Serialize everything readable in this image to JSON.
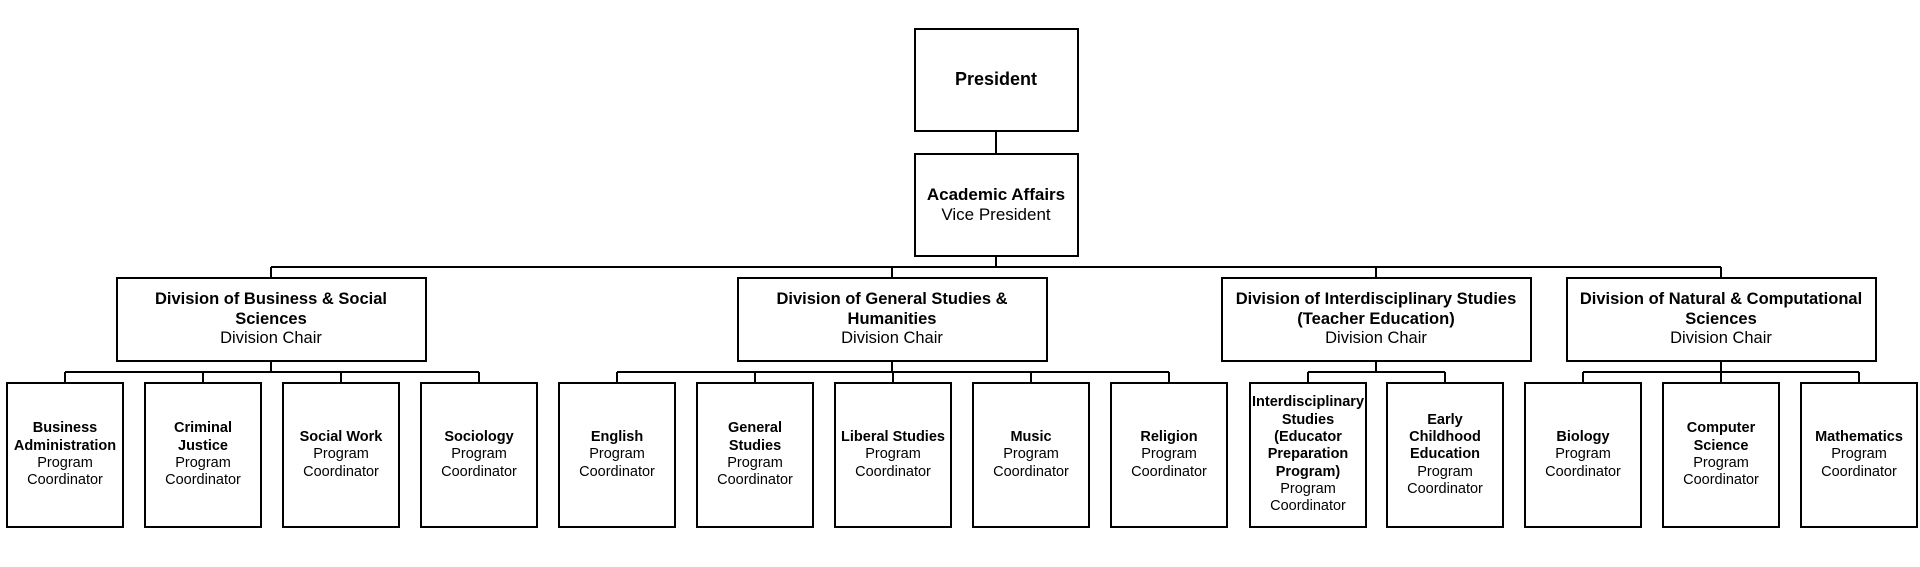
{
  "root": {
    "title": "President",
    "children": [
      {
        "title": "Academic Affairs",
        "subtitle": "Vice President",
        "children": [
          {
            "title": "Division of Business & Social Sciences",
            "subtitle": "Division Chair",
            "children": [
              {
                "title": "Business Administration",
                "subtitle": "Program Coordinator"
              },
              {
                "title": "Criminal Justice",
                "subtitle": "Program Coordinator"
              },
              {
                "title": "Social Work",
                "subtitle": "Program Coordinator"
              },
              {
                "title": "Sociology",
                "subtitle": "Program Coordinator"
              }
            ]
          },
          {
            "title": "Division of General Studies & Humanities",
            "subtitle": "Division Chair",
            "children": [
              {
                "title": "English",
                "subtitle": "Program Coordinator"
              },
              {
                "title": "General Studies",
                "subtitle": "Program Coordinator"
              },
              {
                "title": "Liberal Studies",
                "subtitle": "Program Coordinator"
              },
              {
                "title": "Music",
                "subtitle": "Program Coordinator"
              },
              {
                "title": "Religion",
                "subtitle": "Program Coordinator"
              }
            ]
          },
          {
            "title": "Division of Interdisciplinary Studies (Teacher Education)",
            "subtitle": "Division Chair",
            "children": [
              {
                "title": "Interdisciplinary Studies (Educator Preparation Program)",
                "subtitle": "Program Coordinator"
              },
              {
                "title": "Early Childhood Education",
                "subtitle": "Program Coordinator"
              }
            ]
          },
          {
            "title": "Division of Natural & Computational Sciences",
            "subtitle": "Division Chair",
            "children": [
              {
                "title": "Biology",
                "subtitle": "Program Coordinator"
              },
              {
                "title": "Computer Science",
                "subtitle": "Program Coordinator"
              },
              {
                "title": "Mathematics",
                "subtitle": "Program Coordinator"
              }
            ]
          }
        ]
      }
    ]
  }
}
